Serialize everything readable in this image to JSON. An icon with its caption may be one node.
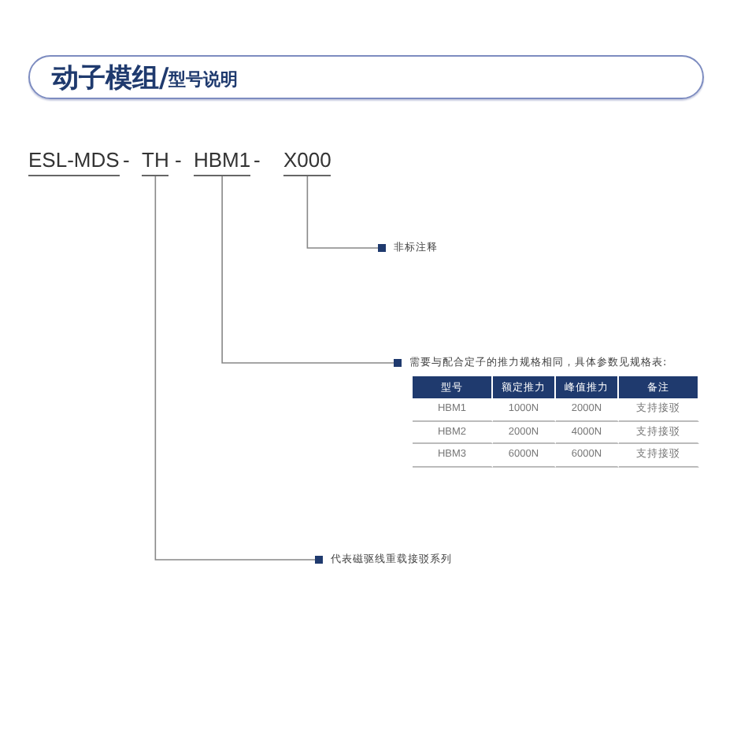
{
  "diagram": {
    "nodes": [
      {
        "text": [
          "动子模组/",
          "型号说明"
        ]
      },
      {
        "text": [
          "ESL-MDS"
        ]
      },
      {
        "text": [
          "TH"
        ]
      },
      {
        "text": [
          "HBM1"
        ]
      },
      {
        "text": [
          "X000"
        ]
      },
      {
        "text": [
          "非标注释"
        ]
      },
      {
        "text": [
          "需要与配合定子的推力规格相同，具体参数见规格表:"
        ]
      },
      {
        "text": [
          "代表磁驱线重载接驳系列"
        ]
      }
    ],
    "edges": [
      {
        "from": 4,
        "to": 5,
        "arrow": "none"
      },
      {
        "from": 3,
        "to": 6,
        "arrow": "none"
      },
      {
        "from": 2,
        "to": 7,
        "arrow": "none"
      }
    ],
    "labels": [
      "-",
      "-",
      "-",
      "型号",
      "额定推力",
      "峰值推力",
      "备注",
      "HBM1",
      "1000N",
      "2000N",
      "支持接驳",
      "HBM2",
      "2000N",
      "4000N",
      "支持接驳",
      "HBM3",
      "6000N",
      "6000N",
      "支持接驳"
    ]
  }
}
